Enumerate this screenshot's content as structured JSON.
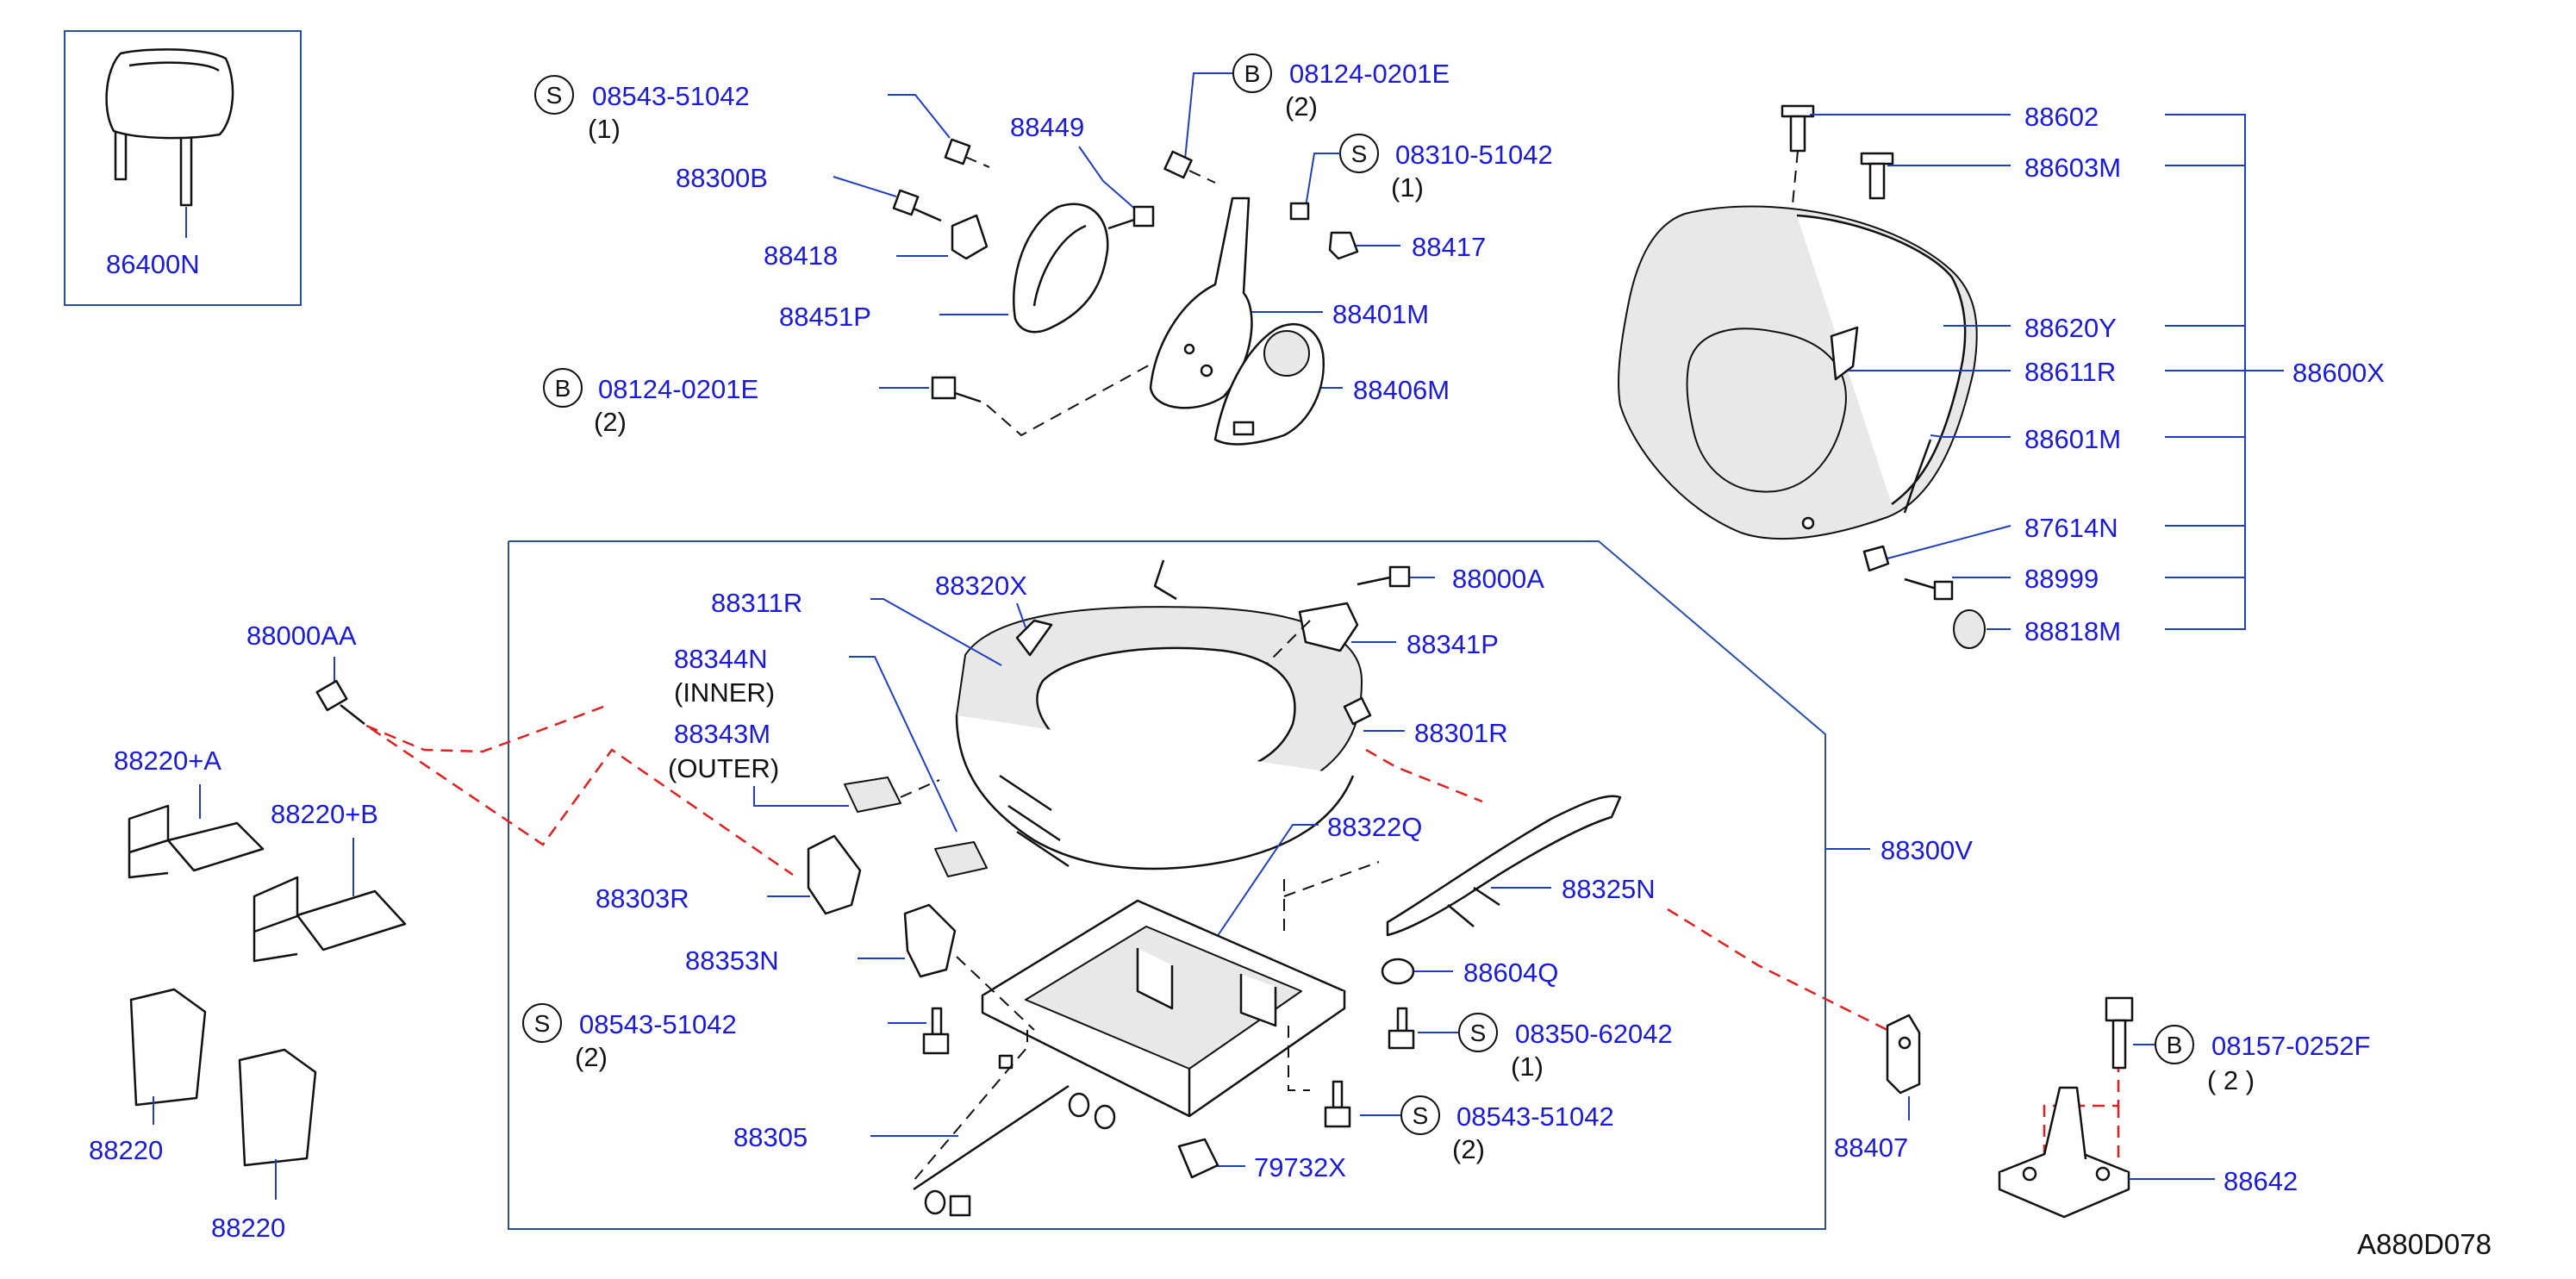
{
  "callout_letters": {
    "s": "S",
    "b": "B"
  },
  "labels": {
    "p86400N": "86400N",
    "p08543_51042_top": "08543-51042",
    "q08543_51042_top": "(1)",
    "p88300B": "88300B",
    "p88418": "88418",
    "p88451P": "88451P",
    "p88449": "88449",
    "p08124_0201E_top": "08124-0201E",
    "q08124_0201E_top": "(2)",
    "p08310_51042": "08310-51042",
    "q08310_51042": "(1)",
    "p88417": "88417",
    "p88401M": "88401M",
    "p88406M": "88406M",
    "p08124_0201E_mid": "08124-0201E",
    "q08124_0201E_mid": "(2)",
    "p88602": "88602",
    "p88603M": "88603M",
    "p88620Y": "88620Y",
    "p88611R": "88611R",
    "p88600X": "88600X",
    "p88601M": "88601M",
    "p87614N": "87614N",
    "p88999": "88999",
    "p88818M": "88818M",
    "p88000AA": "88000AA",
    "p88220A": "88220+A",
    "p88220B": "88220+B",
    "p88220_1": "88220",
    "p88220_2": "88220",
    "p88311R": "88311R",
    "p88320X": "88320X",
    "p88000A": "88000A",
    "p88341P": "88341P",
    "p88344N": "88344N",
    "t_inner": "(INNER)",
    "p88343M": "88343M",
    "t_outer": "(OUTER)",
    "p88301R": "88301R",
    "p88322Q": "88322Q",
    "p88300V": "88300V",
    "p88303R": "88303R",
    "p88325N": "88325N",
    "p88353N": "88353N",
    "p88604Q": "88604Q",
    "p08543_51042_mid": "08543-51042",
    "q08543_51042_mid": "(2)",
    "p08350_62042": "08350-62042",
    "q08350_62042": "(1)",
    "p88305": "88305",
    "p08543_51042_bot": "08543-51042",
    "q08543_51042_bot": "(2)",
    "p79732X": "79732X",
    "p88407": "88407",
    "p08157_0252F": "08157-0252F",
    "q08157_0252F": "( 2 )",
    "p88642": "88642",
    "diagram_ref": "A880D078"
  },
  "colors": {
    "part_number": "#1a1adb",
    "leader_line": "#1f3fbf",
    "red_dashed": "#e02020",
    "line_art": "#111111"
  }
}
